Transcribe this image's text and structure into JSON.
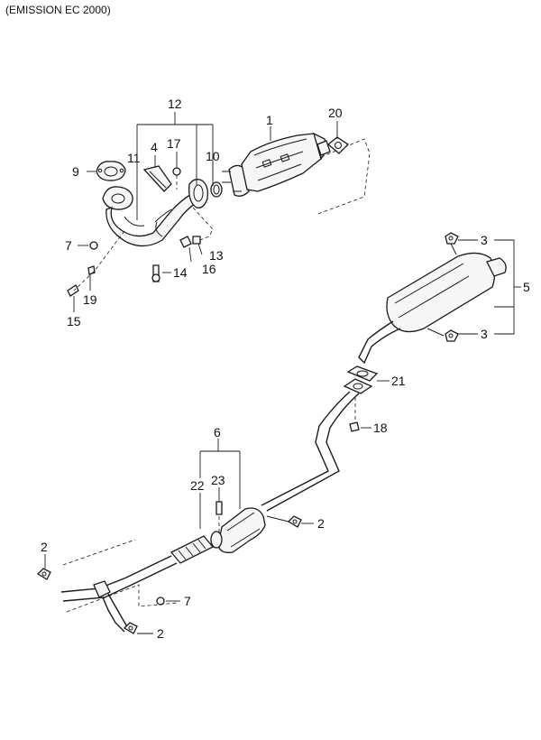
{
  "header": {
    "title": "(EMISSION EC 2000)"
  },
  "callouts": {
    "c1": "1",
    "c2a": "2",
    "c2b": "2",
    "c2c": "2",
    "c3a": "3",
    "c3b": "3",
    "c4": "4",
    "c5": "5",
    "c6": "6",
    "c7a": "7",
    "c7b": "7",
    "c9": "9",
    "c10": "10",
    "c11": "11",
    "c12": "12",
    "c13": "13",
    "c14": "14",
    "c15": "15",
    "c16": "16",
    "c17": "17",
    "c18": "18",
    "c19": "19",
    "c20": "20",
    "c21": "21",
    "c22": "22",
    "c23": "23"
  }
}
